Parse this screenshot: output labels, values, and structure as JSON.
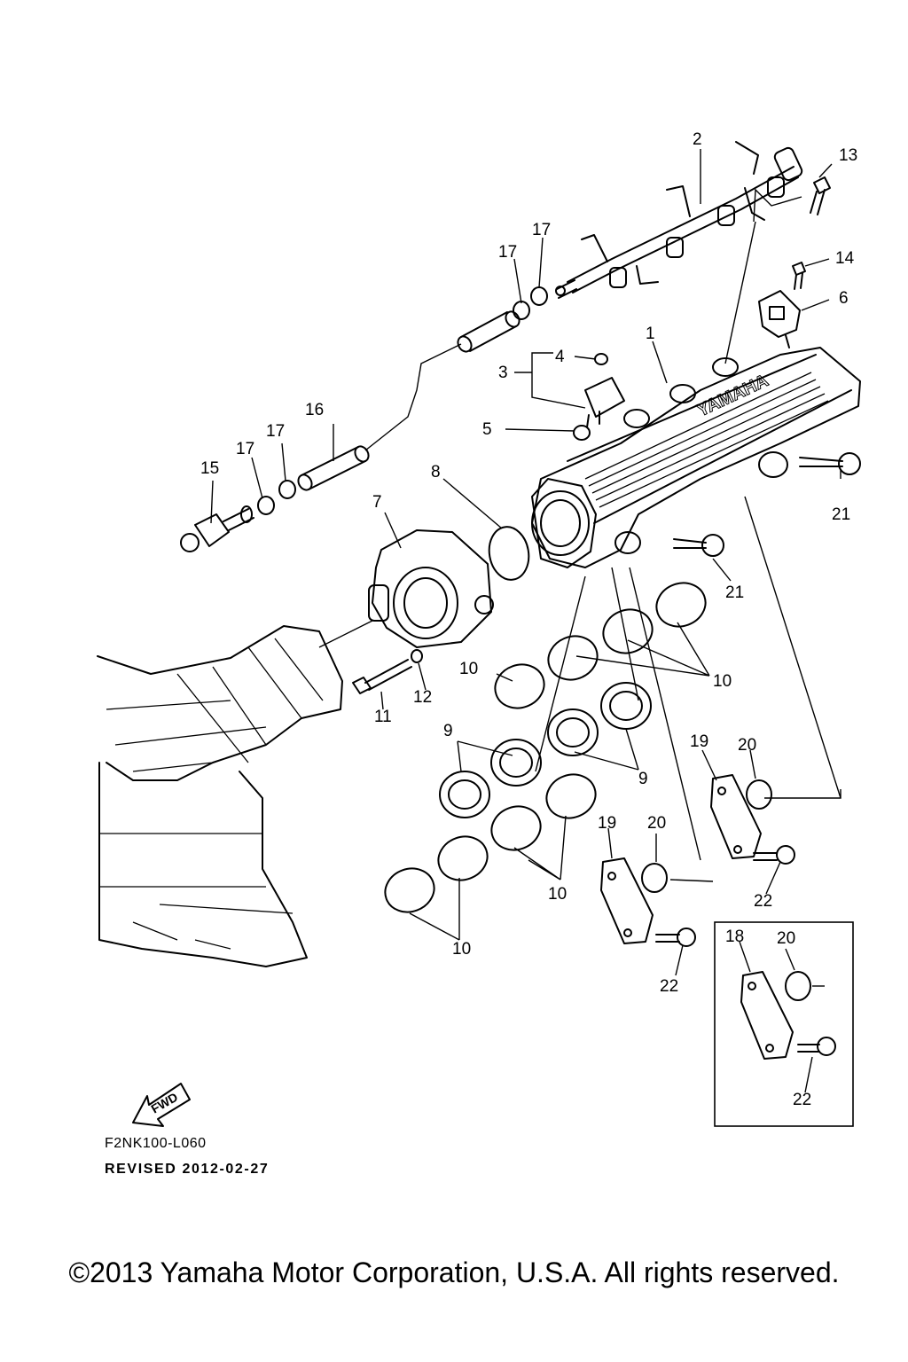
{
  "diagram": {
    "callouts": [
      {
        "id": "c2",
        "text": "2"
      },
      {
        "id": "c13",
        "text": "13"
      },
      {
        "id": "c17a",
        "text": "17"
      },
      {
        "id": "c17b",
        "text": "17"
      },
      {
        "id": "c14",
        "text": "14"
      },
      {
        "id": "c6",
        "text": "6"
      },
      {
        "id": "c1",
        "text": "1"
      },
      {
        "id": "c4",
        "text": "4"
      },
      {
        "id": "c3",
        "text": "3"
      },
      {
        "id": "c16",
        "text": "16"
      },
      {
        "id": "c5",
        "text": "5"
      },
      {
        "id": "c17c",
        "text": "17"
      },
      {
        "id": "c17d",
        "text": "17"
      },
      {
        "id": "c15",
        "text": "15"
      },
      {
        "id": "c8",
        "text": "8"
      },
      {
        "id": "c7",
        "text": "7"
      },
      {
        "id": "c21a",
        "text": "21"
      },
      {
        "id": "c21b",
        "text": "21"
      },
      {
        "id": "c10a",
        "text": "10"
      },
      {
        "id": "c10b",
        "text": "10"
      },
      {
        "id": "c12",
        "text": "12"
      },
      {
        "id": "c11",
        "text": "11"
      },
      {
        "id": "c9a",
        "text": "9"
      },
      {
        "id": "c9b",
        "text": "9"
      },
      {
        "id": "c19a",
        "text": "19"
      },
      {
        "id": "c20a",
        "text": "20"
      },
      {
        "id": "c19b",
        "text": "19"
      },
      {
        "id": "c20b",
        "text": "20"
      },
      {
        "id": "c10c",
        "text": "10"
      },
      {
        "id": "c22a",
        "text": "22"
      },
      {
        "id": "c10d",
        "text": "10"
      },
      {
        "id": "c18",
        "text": "18"
      },
      {
        "id": "c20c",
        "text": "20"
      },
      {
        "id": "c22b",
        "text": "22"
      },
      {
        "id": "c22c",
        "text": "22"
      }
    ],
    "manifold_brand": "YAMAHA",
    "fwd_label": "FWD"
  },
  "footer": {
    "code": "F2NK100-L060",
    "revised": "REVISED 2012-02-27",
    "copyright": "©2013 Yamaha Motor Corporation, U.S.A. All rights reserved."
  }
}
